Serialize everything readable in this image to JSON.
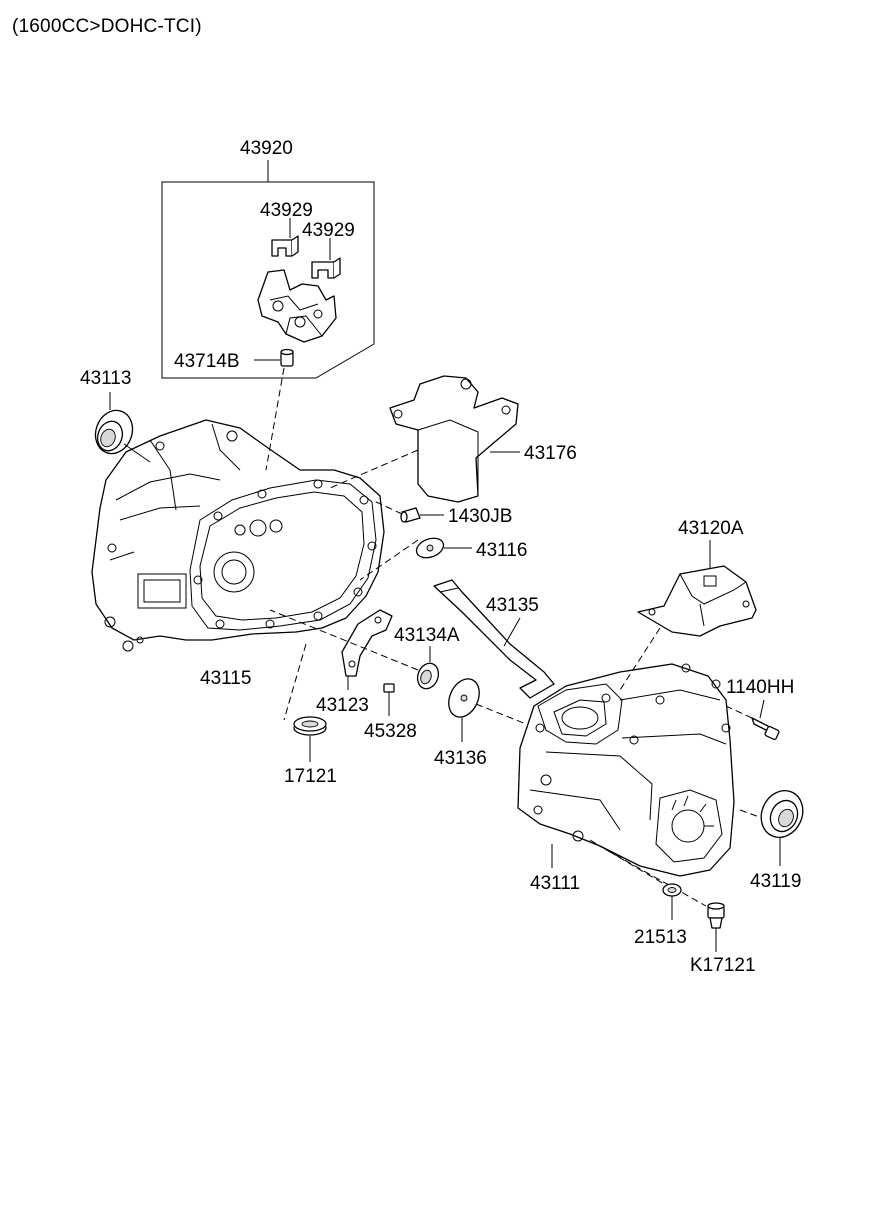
{
  "subtitle": "(1600CC>DOHC-TCI)",
  "parts": [
    {
      "id": "p43920",
      "label": "43920"
    },
    {
      "id": "p43929a",
      "label": "43929"
    },
    {
      "id": "p43929b",
      "label": "43929"
    },
    {
      "id": "p43714b",
      "label": "43714B"
    },
    {
      "id": "p43113",
      "label": "43113"
    },
    {
      "id": "p43176",
      "label": "43176"
    },
    {
      "id": "p1430jb",
      "label": "1430JB"
    },
    {
      "id": "p43116",
      "label": "43116"
    },
    {
      "id": "p43120a",
      "label": "43120A"
    },
    {
      "id": "p43135",
      "label": "43135"
    },
    {
      "id": "p43134a",
      "label": "43134A"
    },
    {
      "id": "p43115",
      "label": "43115"
    },
    {
      "id": "p43123",
      "label": "43123"
    },
    {
      "id": "p1140hh",
      "label": "1140HH"
    },
    {
      "id": "p45328",
      "label": "45328"
    },
    {
      "id": "p43136",
      "label": "43136"
    },
    {
      "id": "p17121",
      "label": "17121"
    },
    {
      "id": "p43111",
      "label": "43111"
    },
    {
      "id": "p43119",
      "label": "43119"
    },
    {
      "id": "p21513",
      "label": "21513"
    },
    {
      "id": "pk17121",
      "label": "K17121"
    }
  ]
}
